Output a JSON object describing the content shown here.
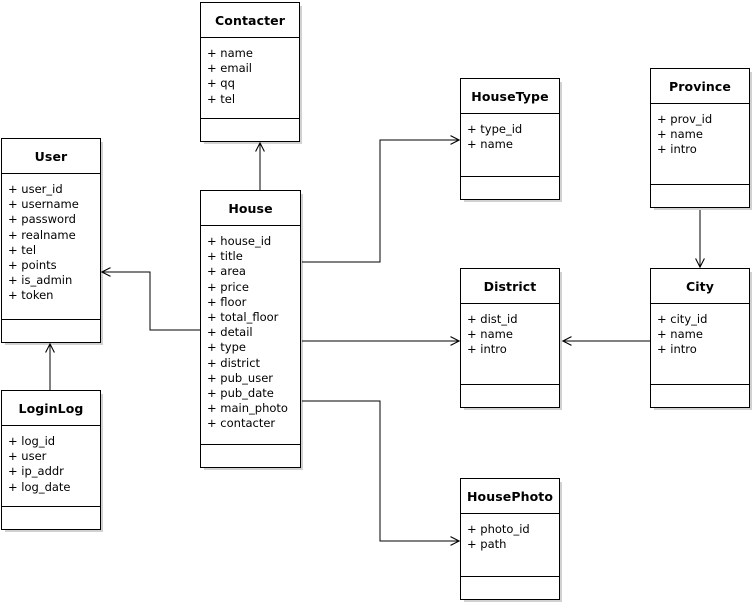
{
  "diagram": {
    "type": "uml-class-diagram",
    "background_color": "#ffffff",
    "line_color": "#000000",
    "classes": [
      {
        "id": "contacter",
        "name": "Contacter",
        "attributes": [
          "+ name",
          "+ email",
          "+ qq",
          "+ tel"
        ],
        "methods": []
      },
      {
        "id": "user",
        "name": "User",
        "attributes": [
          "+ user_id",
          "+ username",
          "+ password",
          "+ realname",
          "+ tel",
          "+ points",
          "+ is_admin",
          "+ token"
        ],
        "methods": []
      },
      {
        "id": "loginlog",
        "name": "LoginLog",
        "attributes": [
          "+ log_id",
          "+ user",
          "+ ip_addr",
          "+ log_date"
        ],
        "methods": []
      },
      {
        "id": "house",
        "name": "House",
        "attributes": [
          "+ house_id",
          "+ title",
          "+ area",
          "+ price",
          "+ floor",
          "+ total_floor",
          "+ detail",
          "+ type",
          "+ district",
          "+ pub_user",
          "+ pub_date",
          "+ main_photo",
          "+ contacter"
        ],
        "methods": []
      },
      {
        "id": "housetype",
        "name": "HouseType",
        "attributes": [
          "+ type_id",
          "+ name"
        ],
        "methods": []
      },
      {
        "id": "district",
        "name": "District",
        "attributes": [
          "+ dist_id",
          "+ name",
          "+ intro"
        ],
        "methods": []
      },
      {
        "id": "housephoto",
        "name": "HousePhoto",
        "attributes": [
          "+ photo_id",
          "+ path"
        ],
        "methods": []
      },
      {
        "id": "province",
        "name": "Province",
        "attributes": [
          "+ prov_id",
          "+ name",
          "+ intro"
        ],
        "methods": []
      },
      {
        "id": "city",
        "name": "City",
        "attributes": [
          "+ city_id",
          "+ name",
          "+ intro"
        ],
        "methods": []
      }
    ],
    "relations": [
      {
        "id": "house-contacter",
        "from": "House",
        "to": "Contacter",
        "arrow": "open"
      },
      {
        "id": "house-user",
        "from": "House",
        "to": "User",
        "arrow": "open"
      },
      {
        "id": "loginlog-user",
        "from": "LoginLog",
        "to": "User",
        "arrow": "open"
      },
      {
        "id": "house-housetype",
        "from": "House",
        "to": "HouseType",
        "arrow": "open"
      },
      {
        "id": "house-district",
        "from": "House",
        "to": "District",
        "arrow": "open"
      },
      {
        "id": "house-housephoto",
        "from": "House",
        "to": "HousePhoto",
        "arrow": "open"
      },
      {
        "id": "city-district",
        "from": "City",
        "to": "District",
        "arrow": "open"
      },
      {
        "id": "city-province",
        "from": "Province",
        "to": "City",
        "arrow": "open"
      }
    ]
  }
}
